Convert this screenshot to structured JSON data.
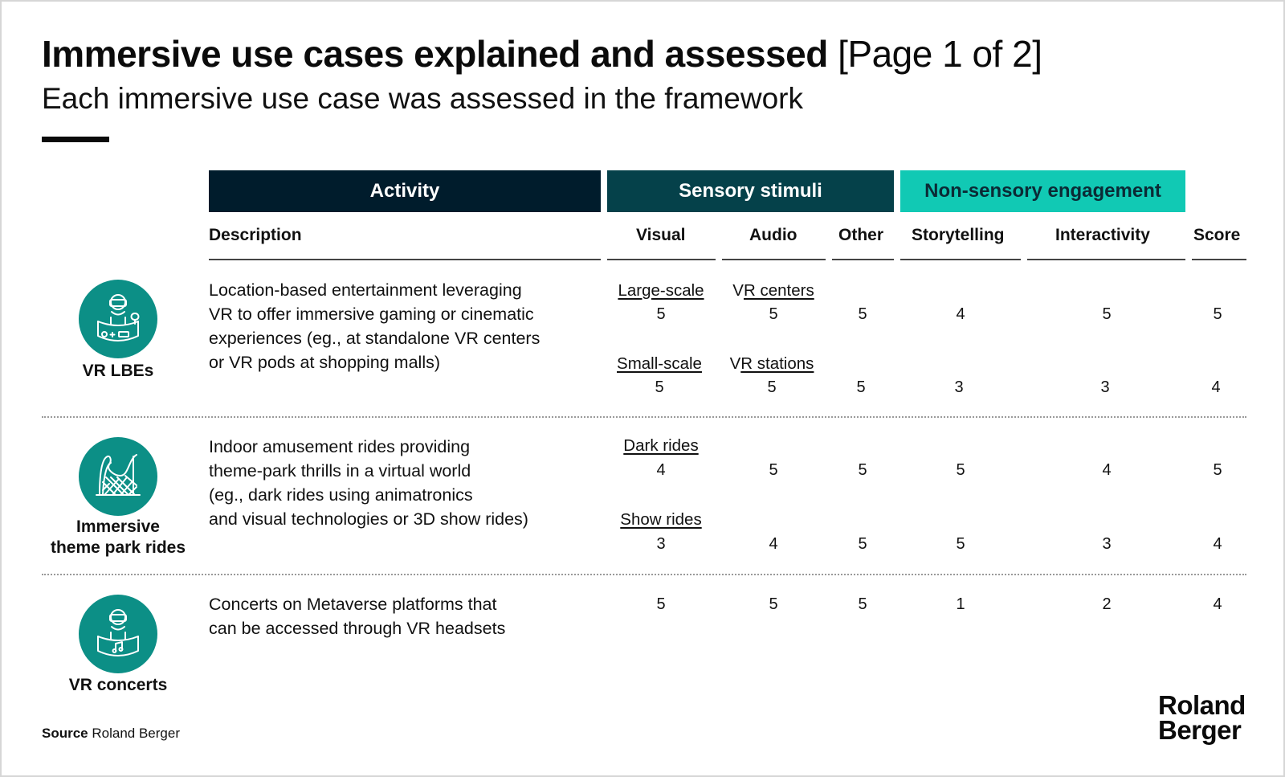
{
  "title": {
    "main": "Immersive use cases explained and assessed",
    "page": "[Page 1 of 2]"
  },
  "subtitle": "Each immersive use case was assessed in the framework",
  "group_headers": {
    "activity": "Activity",
    "sensory": "Sensory stimuli",
    "non_sensory": "Non-sensory engagement"
  },
  "columns": {
    "description": "Description",
    "visual": "Visual",
    "audio": "Audio",
    "other": "Other",
    "storytelling": "Storytelling",
    "interactivity": "Interactivity",
    "score": "Score"
  },
  "rows": [
    {
      "label": "VR LBEs",
      "icon": "vr-headset-map-icon",
      "description": [
        "Location-based entertainment leveraging",
        "VR to offer immersive gaming or cinematic",
        "experiences (eg., at standalone VR centers",
        "or VR pods at shopping malls)"
      ],
      "subrows": [
        {
          "visual_label": "Large-scale",
          "audio_prefix": "V",
          "audio_label": "R centers",
          "visual": "5",
          "audio": "5",
          "other": "5",
          "storytelling": "4",
          "interactivity": "5",
          "score": "5"
        },
        {
          "visual_label": "Small-scale",
          "audio_prefix": "V",
          "audio_label": "R stations",
          "visual": "5",
          "audio": "5",
          "other": "5",
          "storytelling": "3",
          "interactivity": "3",
          "score": "4"
        }
      ]
    },
    {
      "label_line1": "Immersive",
      "label_line2": "theme park rides",
      "icon": "rollercoaster-icon",
      "description": [
        "Indoor amusement rides providing",
        "theme-park thrills in a virtual world",
        "(eg., dark rides using animatronics",
        "and visual technologies or 3D show rides)"
      ],
      "subrows": [
        {
          "visual_label": "Dark rides",
          "visual": "4",
          "audio": "5",
          "other": "5",
          "storytelling": "5",
          "interactivity": "4",
          "score": "5"
        },
        {
          "visual_label": "Show rides",
          "visual": "3",
          "audio": "4",
          "other": "5",
          "storytelling": "5",
          "interactivity": "3",
          "score": "4"
        }
      ]
    },
    {
      "label": "VR concerts",
      "icon": "vr-headset-music-icon",
      "description": [
        "Concerts on Metaverse platforms that",
        "can be accessed through VR headsets"
      ],
      "subrows": [
        {
          "visual": "5",
          "audio": "5",
          "other": "5",
          "storytelling": "1",
          "interactivity": "2",
          "score": "4"
        }
      ]
    }
  ],
  "source": {
    "label": "Source",
    "text": "Roland Berger"
  },
  "logo": {
    "line1": "Roland",
    "line2": "Berger"
  },
  "colors": {
    "activity_header": "#001c2c",
    "sensory_header": "#05414a",
    "non_sensory_header": "#11c9b4",
    "icon_bg": "#0c8f86"
  }
}
